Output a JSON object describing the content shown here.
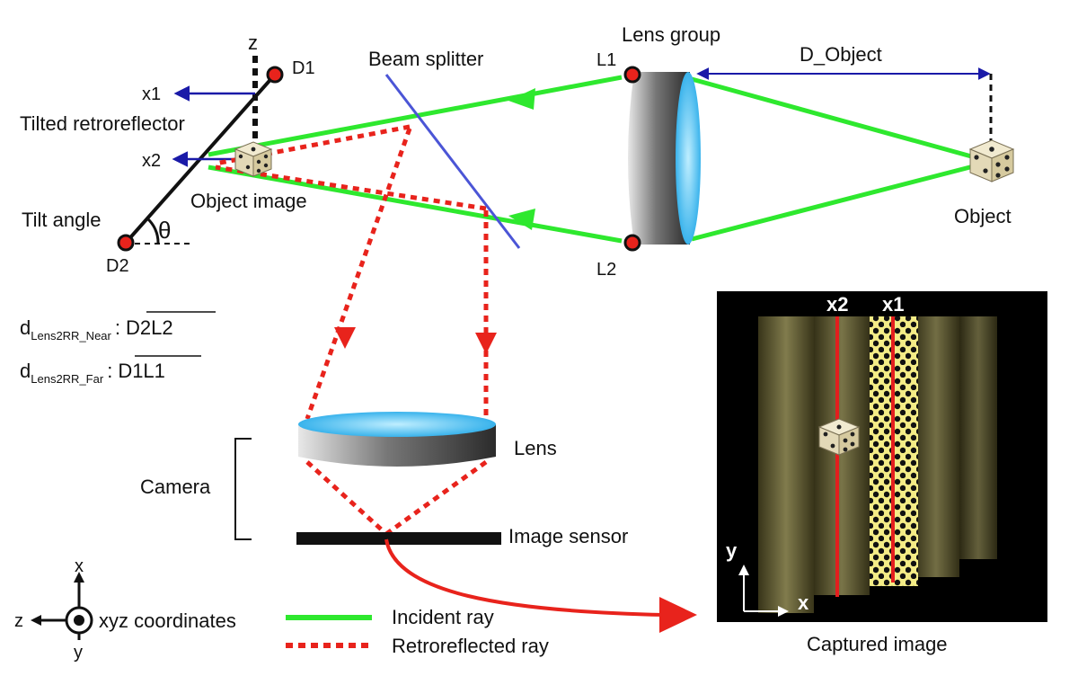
{
  "labels": {
    "z_axis": "z",
    "D1": "D1",
    "D2": "D2",
    "x1": "x1",
    "x2": "x2",
    "tilted_retroreflector": "Tilted retroreflector",
    "object_image": "Object image",
    "tilt_angle": "Tilt angle",
    "theta": "θ",
    "beam_splitter": "Beam splitter",
    "lens_group": "Lens group",
    "L1": "L1",
    "L2": "L2",
    "d_object": "D_Object",
    "object": "Object",
    "lens": "Lens",
    "camera": "Camera",
    "image_sensor": "Image sensor",
    "captured_image": "Captured image"
  },
  "formulas": {
    "near": {
      "main": "d",
      "sub": "Lens2RR_Near",
      "sep": ":",
      "value": "D2L2"
    },
    "far": {
      "main": "d",
      "sub": "Lens2RR_Far",
      "sep": ":",
      "value": "D1L1"
    }
  },
  "captured": {
    "x2": "x2",
    "x1": "x1",
    "y": "y",
    "x": "x"
  },
  "coords": {
    "x": "x",
    "y": "y",
    "z": "z",
    "label": "xyz coordinates"
  },
  "legend": {
    "incident": "Incident ray",
    "retroreflected": "Retroreflected ray"
  },
  "colors": {
    "incident": "#2ee82e",
    "retro": "#e8231c",
    "splitter": "#4b55d6",
    "arrow_blue": "#1a1aa8",
    "lens_blue": "#29b6f0",
    "captured_red": "#e41e1e"
  }
}
